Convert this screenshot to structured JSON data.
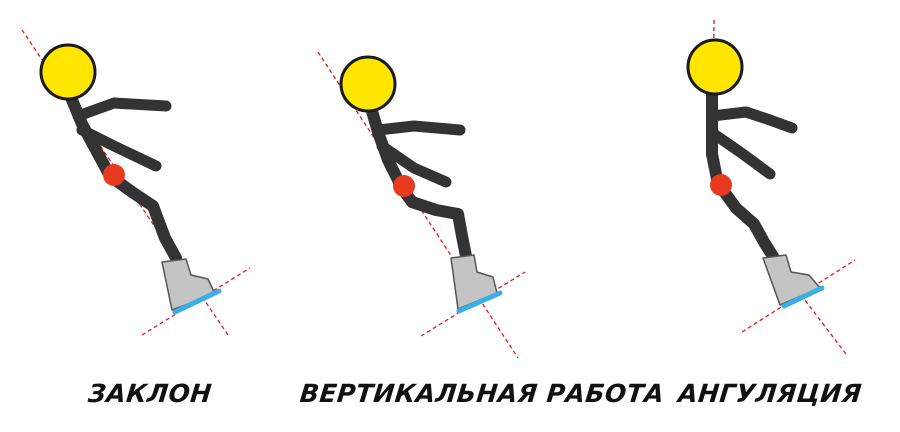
{
  "panels": [
    {
      "caption": "ЗАКЛОН"
    },
    {
      "caption": "ВЕРТИКАЛЬНАЯ РАБОТА"
    },
    {
      "caption": "АНГУЛЯЦИЯ"
    }
  ],
  "colors": {
    "head": "#ffe600",
    "head_outline": "#1a1a1a",
    "body": "#333333",
    "hip": "#e83a1f",
    "boot": "#c4c4c4",
    "boot_outline": "#555555",
    "ski": "#3aaee6",
    "guide_line": "#e11b1b"
  }
}
